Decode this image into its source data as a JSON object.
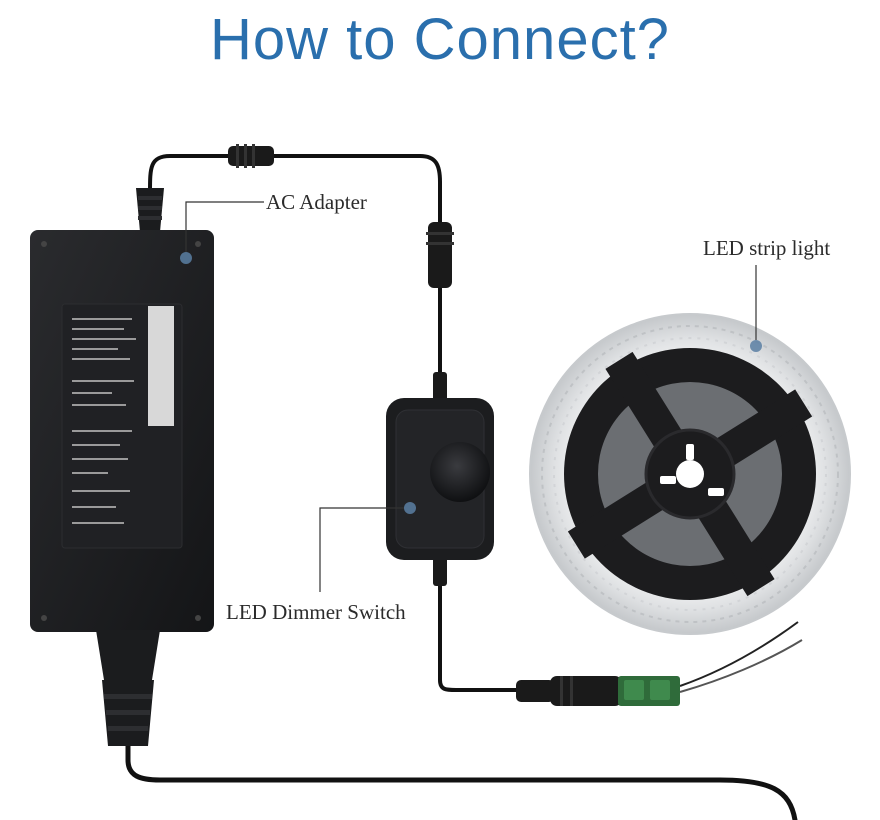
{
  "title": "How to Connect?",
  "labels": {
    "ac_adapter": "AC Adapter",
    "led_strip": "LED strip light",
    "dimmer": "LED Dimmer Switch"
  },
  "colors": {
    "title": "#2a6fad",
    "device": "#1b1c1e",
    "cable": "#111111",
    "marker": "#5a7fa3"
  }
}
